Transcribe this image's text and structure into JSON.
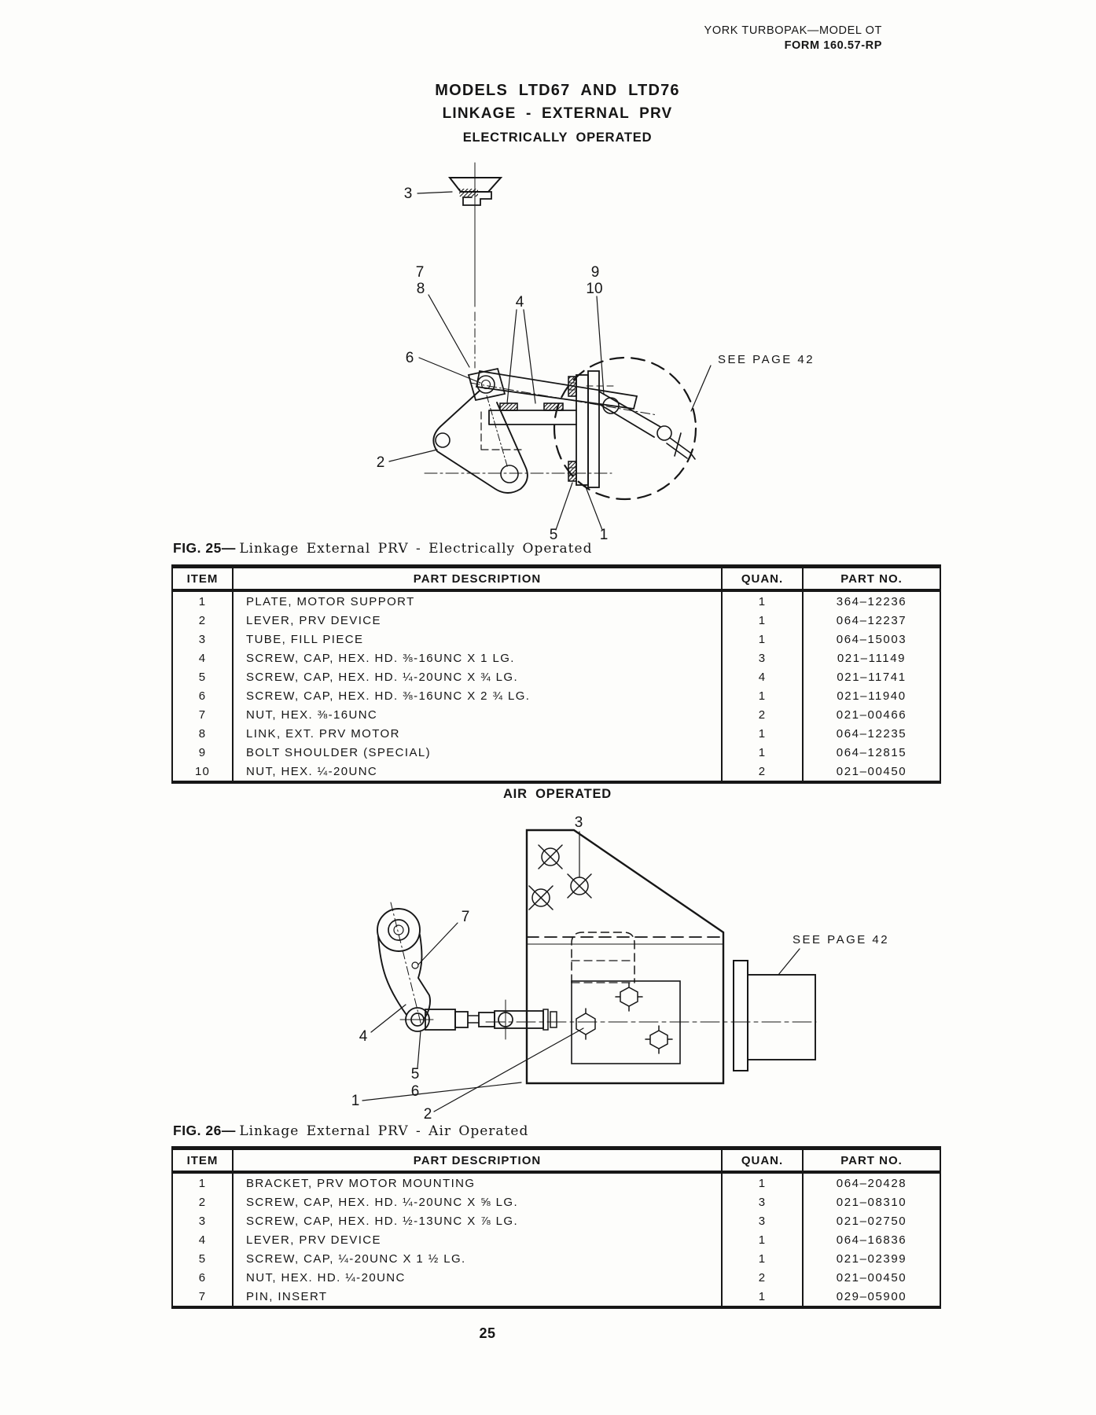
{
  "page": {
    "header_line1": "YORK TURBOPAK—MODEL OT",
    "header_line2": "FORM 160.57-RP",
    "title_line1": "MODELS LTD67 AND LTD76",
    "title_line2": "LINKAGE - EXTERNAL PRV",
    "title_line3": "ELECTRICALLY OPERATED",
    "page_number": "25"
  },
  "figure1": {
    "caption_label": "FIG. 25—",
    "caption_text": "Linkage External PRV - Electrically Operated",
    "see_note": "SEE PAGE 42",
    "callouts": [
      "1",
      "2",
      "3",
      "4",
      "5",
      "6",
      "7",
      "8",
      "9",
      "10"
    ]
  },
  "table1": {
    "headers": [
      "ITEM",
      "PART DESCRIPTION",
      "QUAN.",
      "PART NO."
    ],
    "rows": [
      [
        "1",
        "PLATE, MOTOR SUPPORT",
        "1",
        "364–12236"
      ],
      [
        "2",
        "LEVER, PRV DEVICE",
        "1",
        "064–12237"
      ],
      [
        "3",
        "TUBE, FILL PIECE",
        "1",
        "064–15003"
      ],
      [
        "4",
        "SCREW, CAP, HEX. HD. ⅜-16UNC X 1 LG.",
        "3",
        "021–11149"
      ],
      [
        "5",
        "SCREW, CAP, HEX. HD. ¼-20UNC X ¾ LG.",
        "4",
        "021–11741"
      ],
      [
        "6",
        "SCREW, CAP, HEX. HD. ⅜-16UNC X 2 ¾ LG.",
        "1",
        "021–11940"
      ],
      [
        "7",
        "NUT, HEX. ⅜-16UNC",
        "2",
        "021–00466"
      ],
      [
        "8",
        "LINK, EXT. PRV MOTOR",
        "1",
        "064–12235"
      ],
      [
        "9",
        "BOLT SHOULDER (SPECIAL)",
        "1",
        "064–12815"
      ],
      [
        "10",
        "NUT, HEX. ¼-20UNC",
        "2",
        "021–00450"
      ]
    ]
  },
  "figure2": {
    "title": "AIR OPERATED",
    "caption_label": "FIG. 26—",
    "caption_text": "Linkage External PRV - Air Operated",
    "see_note": "SEE PAGE 42",
    "callouts": [
      "1",
      "2",
      "3",
      "4",
      "5",
      "6",
      "7"
    ]
  },
  "table2": {
    "headers": [
      "ITEM",
      "PART DESCRIPTION",
      "QUAN.",
      "PART NO."
    ],
    "rows": [
      [
        "1",
        "BRACKET, PRV MOTOR MOUNTING",
        "1",
        "064–20428"
      ],
      [
        "2",
        "SCREW, CAP, HEX. HD. ¼-20UNC X ⅝ LG.",
        "3",
        "021–08310"
      ],
      [
        "3",
        "SCREW, CAP, HEX. HD. ½-13UNC X ⅞ LG.",
        "3",
        "021–02750"
      ],
      [
        "4",
        "LEVER, PRV DEVICE",
        "1",
        "064–16836"
      ],
      [
        "5",
        "SCREW, CAP, ¼-20UNC X 1 ½ LG.",
        "1",
        "021–02399"
      ],
      [
        "6",
        "NUT, HEX. HD. ¼-20UNC",
        "2",
        "021–00450"
      ],
      [
        "7",
        "PIN, INSERT",
        "1",
        "029–05900"
      ]
    ]
  }
}
